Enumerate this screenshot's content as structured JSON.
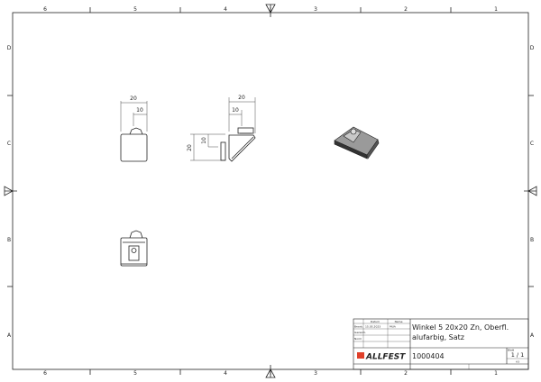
{
  "frame": {
    "columns": [
      "6",
      "5",
      "4",
      "3",
      "2",
      "1"
    ],
    "rows": [
      "D",
      "C",
      "B",
      "A"
    ]
  },
  "dimensions": {
    "front_width": "20",
    "front_half": "10",
    "side_width": "20",
    "side_half": "10",
    "side_height": "20",
    "side_height_half": "10"
  },
  "title_block": {
    "header_date": "Datum",
    "header_name": "Name",
    "row1_label": "Bearb.",
    "row1_date": "15.05.2023",
    "row1_name": "MUA",
    "row2_label": "Gezeich.",
    "row3_label": "Norm",
    "title_line1": "Winkel 5 20x20 Zn, Oberfl.",
    "title_line2": "alufarbig, Satz",
    "logo_text": "ALLFEST",
    "part_number": "1000404",
    "sheet_label": "Blatt",
    "sheet": "1 / 1",
    "format": "A3"
  },
  "colors": {
    "logo_red": "#e0402a",
    "line": "#222222"
  }
}
